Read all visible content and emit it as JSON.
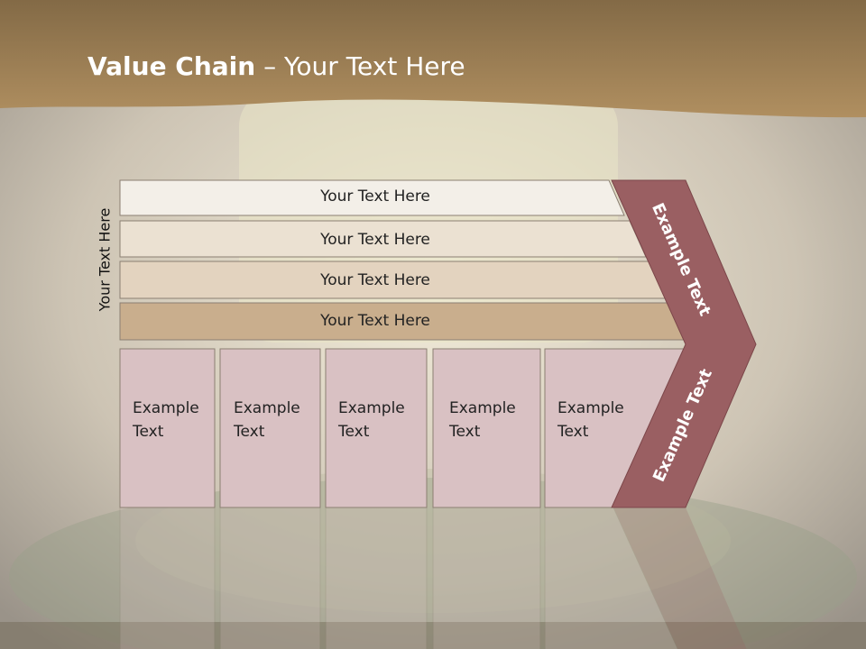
{
  "slide": {
    "title_bold": "Value Chain",
    "title_rest": " – Your Text Here",
    "side_label": "Your Text Here",
    "rows": [
      "Your Text Here",
      "Your Text Here",
      "Your Text Here",
      "Your Text Here"
    ],
    "boxes": [
      {
        "line1": "Example",
        "line2": "Text"
      },
      {
        "line1": "Example",
        "line2": "Text"
      },
      {
        "line1": "Example",
        "line2": "Text"
      },
      {
        "line1": "Example",
        "line2": "Text"
      },
      {
        "line1": "Example",
        "line2": "Text"
      }
    ],
    "arrow_upper_label": "Example Text",
    "arrow_lower_label": "Example Text"
  },
  "colors": {
    "header_band": "#9c7a4c",
    "row_fills": [
      "#f3efe8",
      "#ebe1d2",
      "#e3d3bf",
      "#c9ae8d"
    ],
    "box_fill": "#d9c1c3",
    "arrow_fill": "#9a5f62"
  }
}
